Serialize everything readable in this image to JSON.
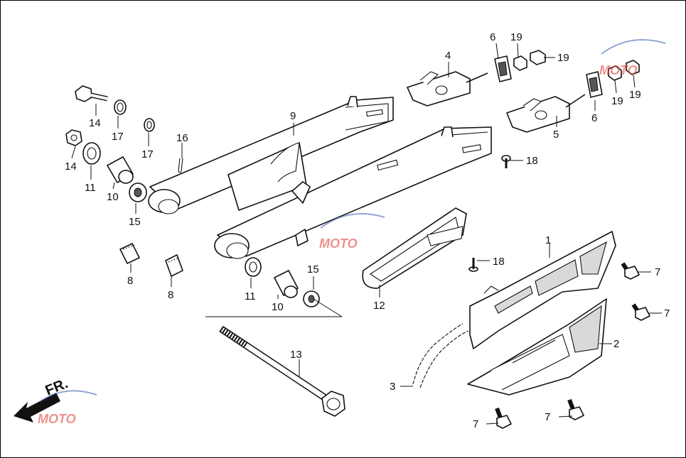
{
  "diagram": {
    "direction_label": "FR.",
    "callouts": {
      "c1": "1",
      "c2": "2",
      "c3": "3",
      "c4": "4",
      "c5": "5",
      "c6a": "6",
      "c6b": "6",
      "c7a": "7",
      "c7b": "7",
      "c7c": "7",
      "c7d": "7",
      "c8a": "8",
      "c8b": "8",
      "c9": "9",
      "c10a": "10",
      "c10b": "10",
      "c11a": "11",
      "c11b": "11",
      "c12": "12",
      "c13": "13",
      "c14a": "14",
      "c14b": "14",
      "c15a": "15",
      "c15b": "15",
      "c16": "16",
      "c17a": "17",
      "c17b": "17",
      "c18a": "18",
      "c18b": "18",
      "c19a": "19",
      "c19b": "19",
      "c19c": "19",
      "c19d": "19"
    },
    "watermark": {
      "text": "MOTO",
      "color_primary": "#e0392f",
      "color_secondary": "#3a5fb0"
    }
  }
}
